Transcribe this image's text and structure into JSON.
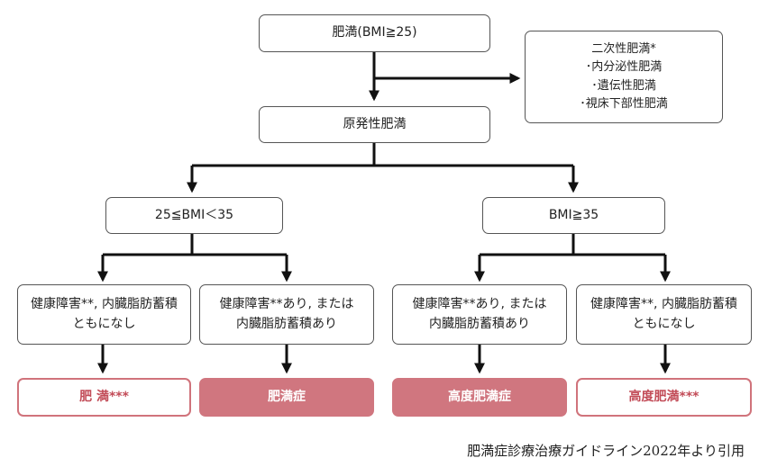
{
  "top": "肥満(BMI≧25)",
  "secondary": {
    "title": "二次性肥満*",
    "items": [
      "･内分泌性肥満",
      "･遺伝性肥満",
      "･視床下部性肥満"
    ]
  },
  "primary": "原発性肥満",
  "bmi_low": "25≦BMI＜35",
  "bmi_high": "BMI≧35",
  "conditions": {
    "c1": [
      "健康障害**, 内臓脂肪蓄積",
      "ともになし"
    ],
    "c2": [
      "健康障害**あり, または",
      "内臓脂肪蓄積あり"
    ],
    "c3": [
      "健康障害**あり, または",
      "内臓脂肪蓄積あり"
    ],
    "c4": [
      "健康障害**, 内臓脂肪蓄積",
      "ともになし"
    ]
  },
  "outcomes": {
    "o1": "肥 満***",
    "o2": "肥満症",
    "o3": "高度肥満症",
    "o4": "高度肥満***"
  },
  "credit": "肥満症診療治療ガイドライン2022年より引用",
  "colors": {
    "outcome_border": "#d0737b",
    "outcome_fill": "#d0767f",
    "outcome_text": "#c24b57",
    "line": "#111111"
  }
}
